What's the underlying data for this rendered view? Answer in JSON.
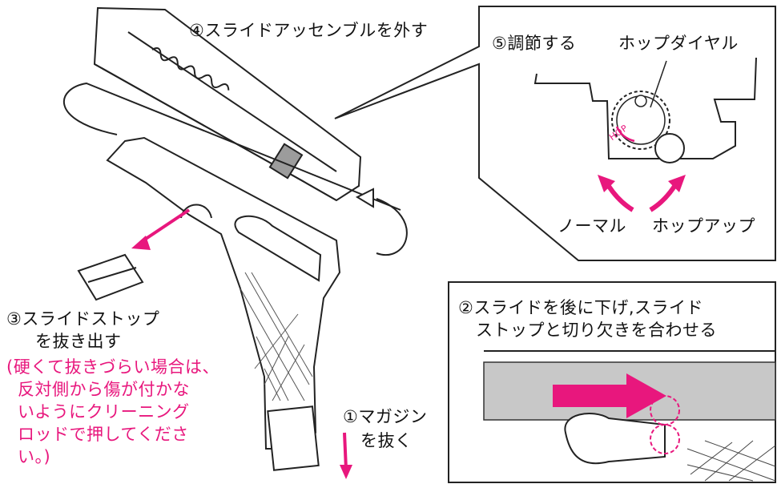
{
  "steps": {
    "step1": {
      "line1": "①マガジン",
      "line2": "を抜く"
    },
    "step2": {
      "line1": "②スライドを後に下げ,スライド",
      "line2": "ストップと切り欠きを合わせる"
    },
    "step3": {
      "line1": "③スライドストップ",
      "line2": "を抜き出す"
    },
    "step3_note": {
      "line1": "(硬くて抜きづらい場合は、",
      "line2": "反対側から傷が付かな",
      "line3": "いようにクリーニング",
      "line4": "ロッドで押してくださ",
      "line5": "い。)"
    },
    "step4": {
      "line1": "④スライドアッセンブルを外す"
    },
    "step5": {
      "line1": "⑤調節する"
    }
  },
  "hop_panel": {
    "dial_label": "ホップダイヤル",
    "dial_marking": "HOP",
    "normal_label": "ノーマル",
    "hopup_label": "ホップアップ"
  },
  "colors": {
    "accent": "#e8177d",
    "line": "#222222",
    "slide_gray": "#c8c8c8"
  }
}
